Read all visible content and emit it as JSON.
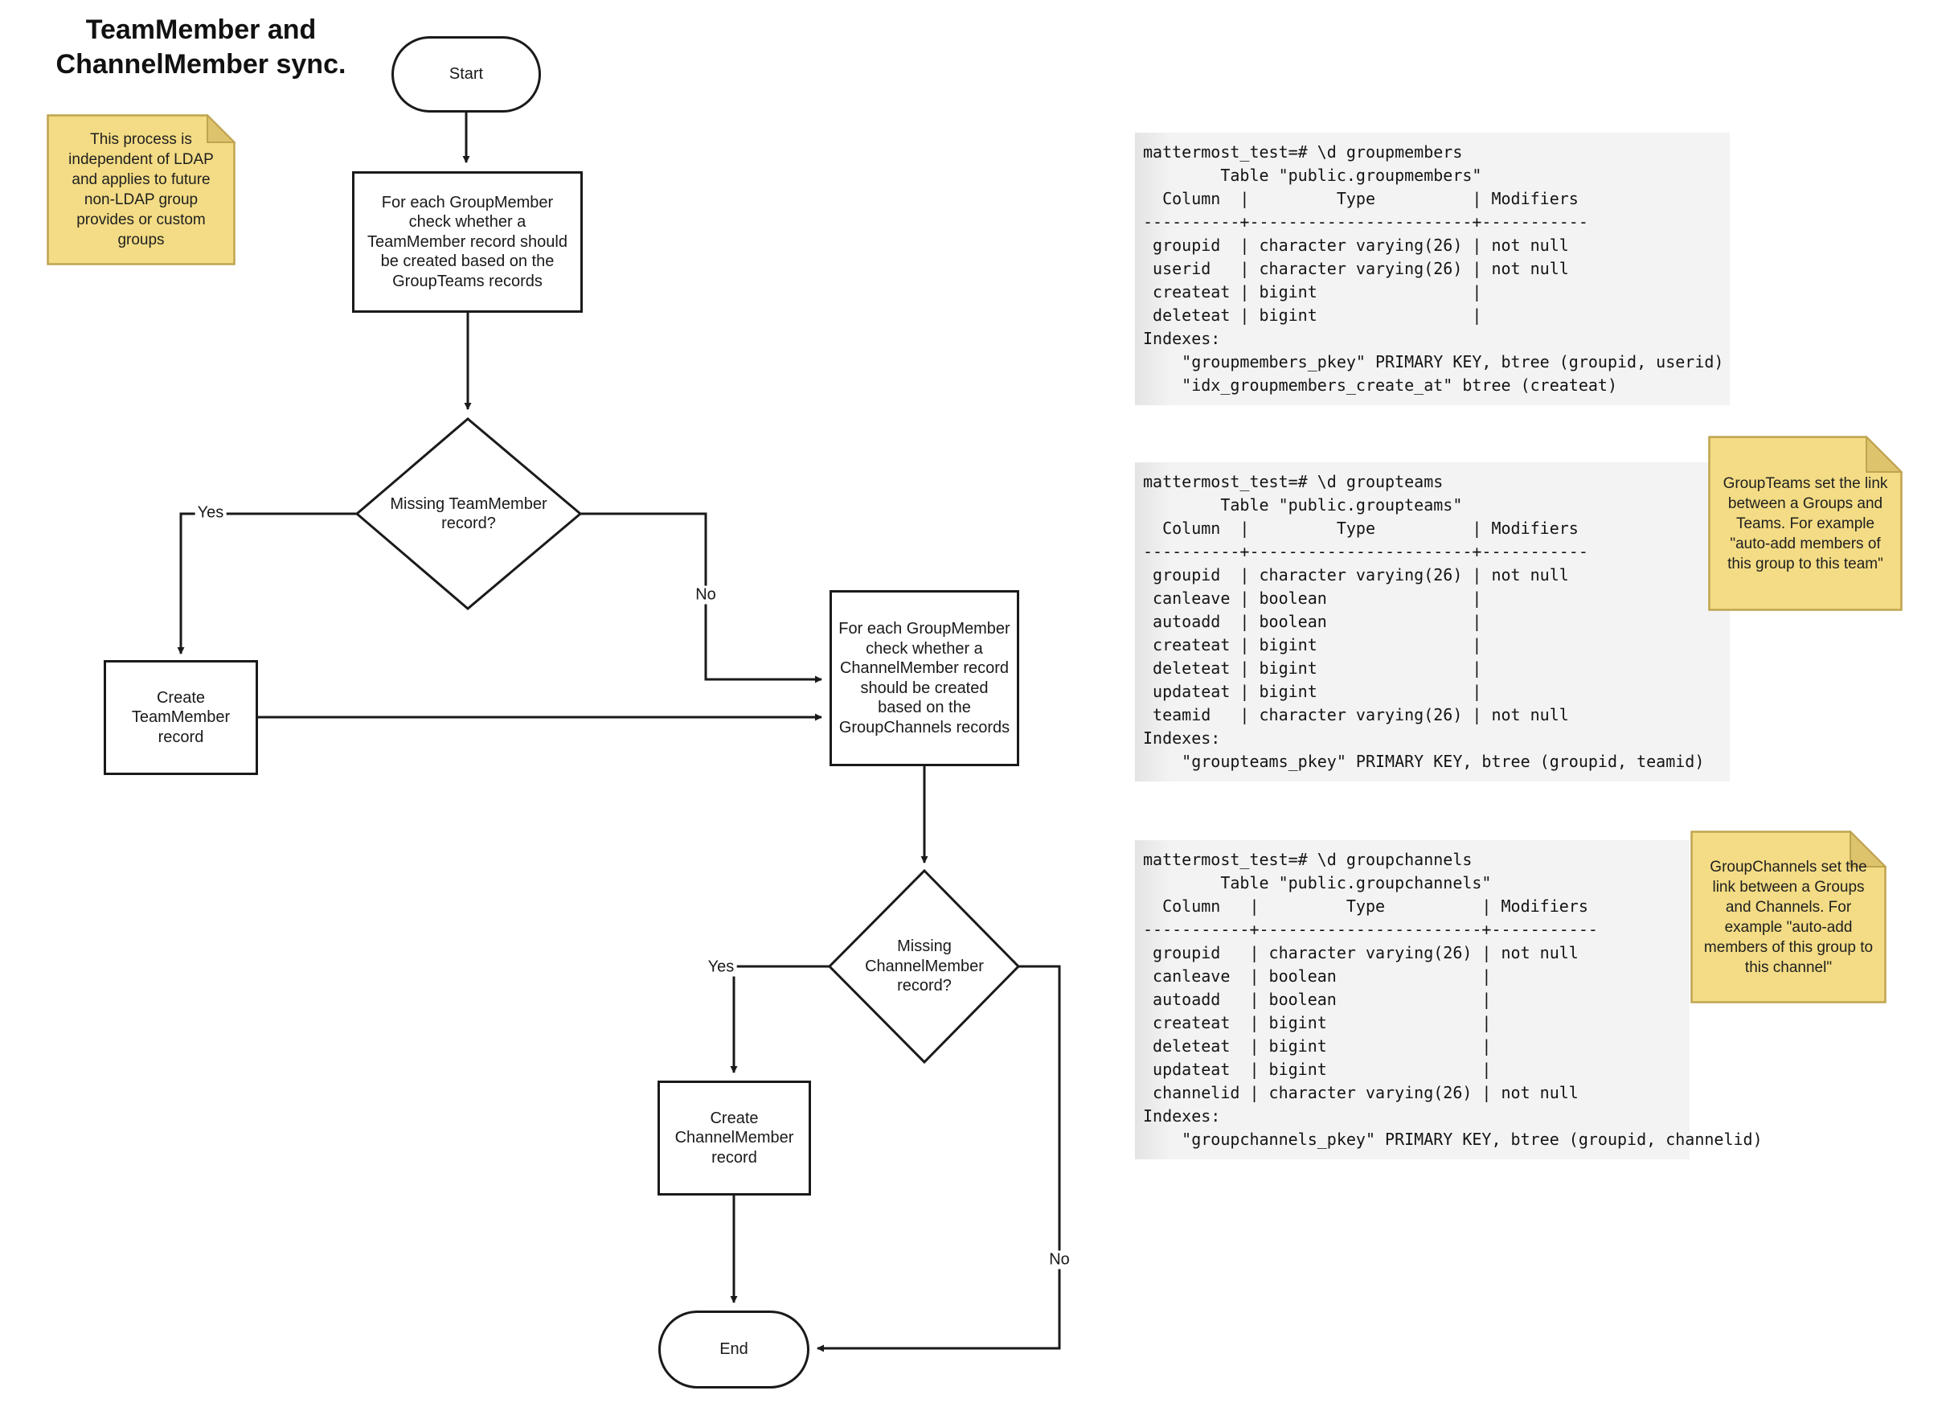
{
  "title": {
    "text": "TeamMember and ChannelMember sync."
  },
  "notes": {
    "process_note": "This process is independent of LDAP and applies to future non-LDAP group provides or custom groups",
    "groupteams_note": "GroupTeams set the link between a Groups and Teams. For example \"auto-add members of this group to this team\"",
    "groupchannels_note": "GroupChannels set the link between a Groups and Channels. For example \"auto-add members of this group to this channel\"",
    "note_fill": "#F3DC85",
    "note_fold": "#DCC36C",
    "note_border": "#BFA44F"
  },
  "flowchart": {
    "start_label": "Start",
    "end_label": "End",
    "process1": "For each GroupMember check whether a TeamMember record should be created based on the GroupTeams records",
    "decision1": "Missing TeamMember record?",
    "create_teammember": "Create TeamMember record",
    "process2": "For each GroupMember check whether a ChannelMember record should be created based on the GroupChannels records",
    "decision2": "Missing ChannelMember record?",
    "create_channelmember": "Create ChannelMember record",
    "labels": {
      "yes1": "Yes",
      "no1": "No",
      "yes2": "Yes",
      "no2": "No"
    },
    "line_color": "#1a1a1a"
  },
  "code_blocks": [
    {
      "id": "groupmembers",
      "lines": [
        "mattermost_test=# \\d groupmembers",
        "        Table \"public.groupmembers\"",
        "  Column  |         Type          | Modifiers",
        "----------+-----------------------+-----------",
        " groupid  | character varying(26) | not null",
        " userid   | character varying(26) | not null",
        " createat | bigint                |",
        " deleteat | bigint                |",
        "Indexes:",
        "    \"groupmembers_pkey\" PRIMARY KEY, btree (groupid, userid)",
        "    \"idx_groupmembers_create_at\" btree (createat)"
      ]
    },
    {
      "id": "groupteams",
      "lines": [
        "mattermost_test=# \\d groupteams",
        "        Table \"public.groupteams\"",
        "  Column  |         Type          | Modifiers",
        "----------+-----------------------+-----------",
        " groupid  | character varying(26) | not null",
        " canleave | boolean               |",
        " autoadd  | boolean               |",
        " createat | bigint                |",
        " deleteat | bigint                |",
        " updateat | bigint                |",
        " teamid   | character varying(26) | not null",
        "Indexes:",
        "    \"groupteams_pkey\" PRIMARY KEY, btree (groupid, teamid)"
      ]
    },
    {
      "id": "groupchannels",
      "lines": [
        "mattermost_test=# \\d groupchannels",
        "        Table \"public.groupchannels\"",
        "  Column   |         Type          | Modifiers",
        "-----------+-----------------------+-----------",
        " groupid   | character varying(26) | not null",
        " canleave  | boolean               |",
        " autoadd   | boolean               |",
        " createat  | bigint                |",
        " deleteat  | bigint                |",
        " updateat  | bigint                |",
        " channelid | character varying(26) | not null",
        "Indexes:",
        "    \"groupchannels_pkey\" PRIMARY KEY, btree (groupid, channelid)"
      ]
    }
  ]
}
